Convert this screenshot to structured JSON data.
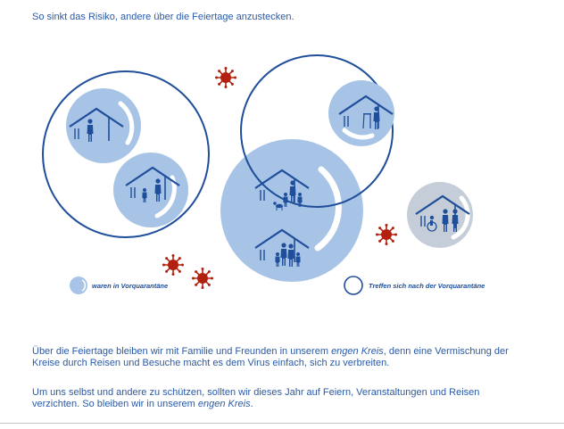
{
  "heading": "So sinkt das Risiko, andere über die Feiertage anzustecken.",
  "legend": {
    "quarantine_label": "waren in Vorquarantäne",
    "meeting_label": "Treffen sich nach der Vorquarantäne"
  },
  "paragraph1": {
    "before": "Über die Feiertage bleiben wir mit Familie und Freunden in unserem ",
    "emphasis": "engen Kreis",
    "after": ", denn eine Vermischung der Kreise durch Reisen und Besuche macht es dem Virus einfach, sich zu verbreiten."
  },
  "paragraph2": {
    "before": "Um uns selbst und andere zu schützen, sollten wir dieses Jahr auf Feiern, Veranstaltungen und Reisen verzichten. So bleiben wir in unserem ",
    "emphasis": "engen Kreis",
    "after": "."
  },
  "colors": {
    "dark_blue": "#1f4e9a",
    "light_blue": "#a7c4e6",
    "grey": "#c5ced8",
    "virus_red": "#b3200f"
  },
  "icons": [
    "house-icon",
    "person-icon",
    "family-icon",
    "senior-icon",
    "wheelchair-icon",
    "dog-icon",
    "virus-icon"
  ]
}
